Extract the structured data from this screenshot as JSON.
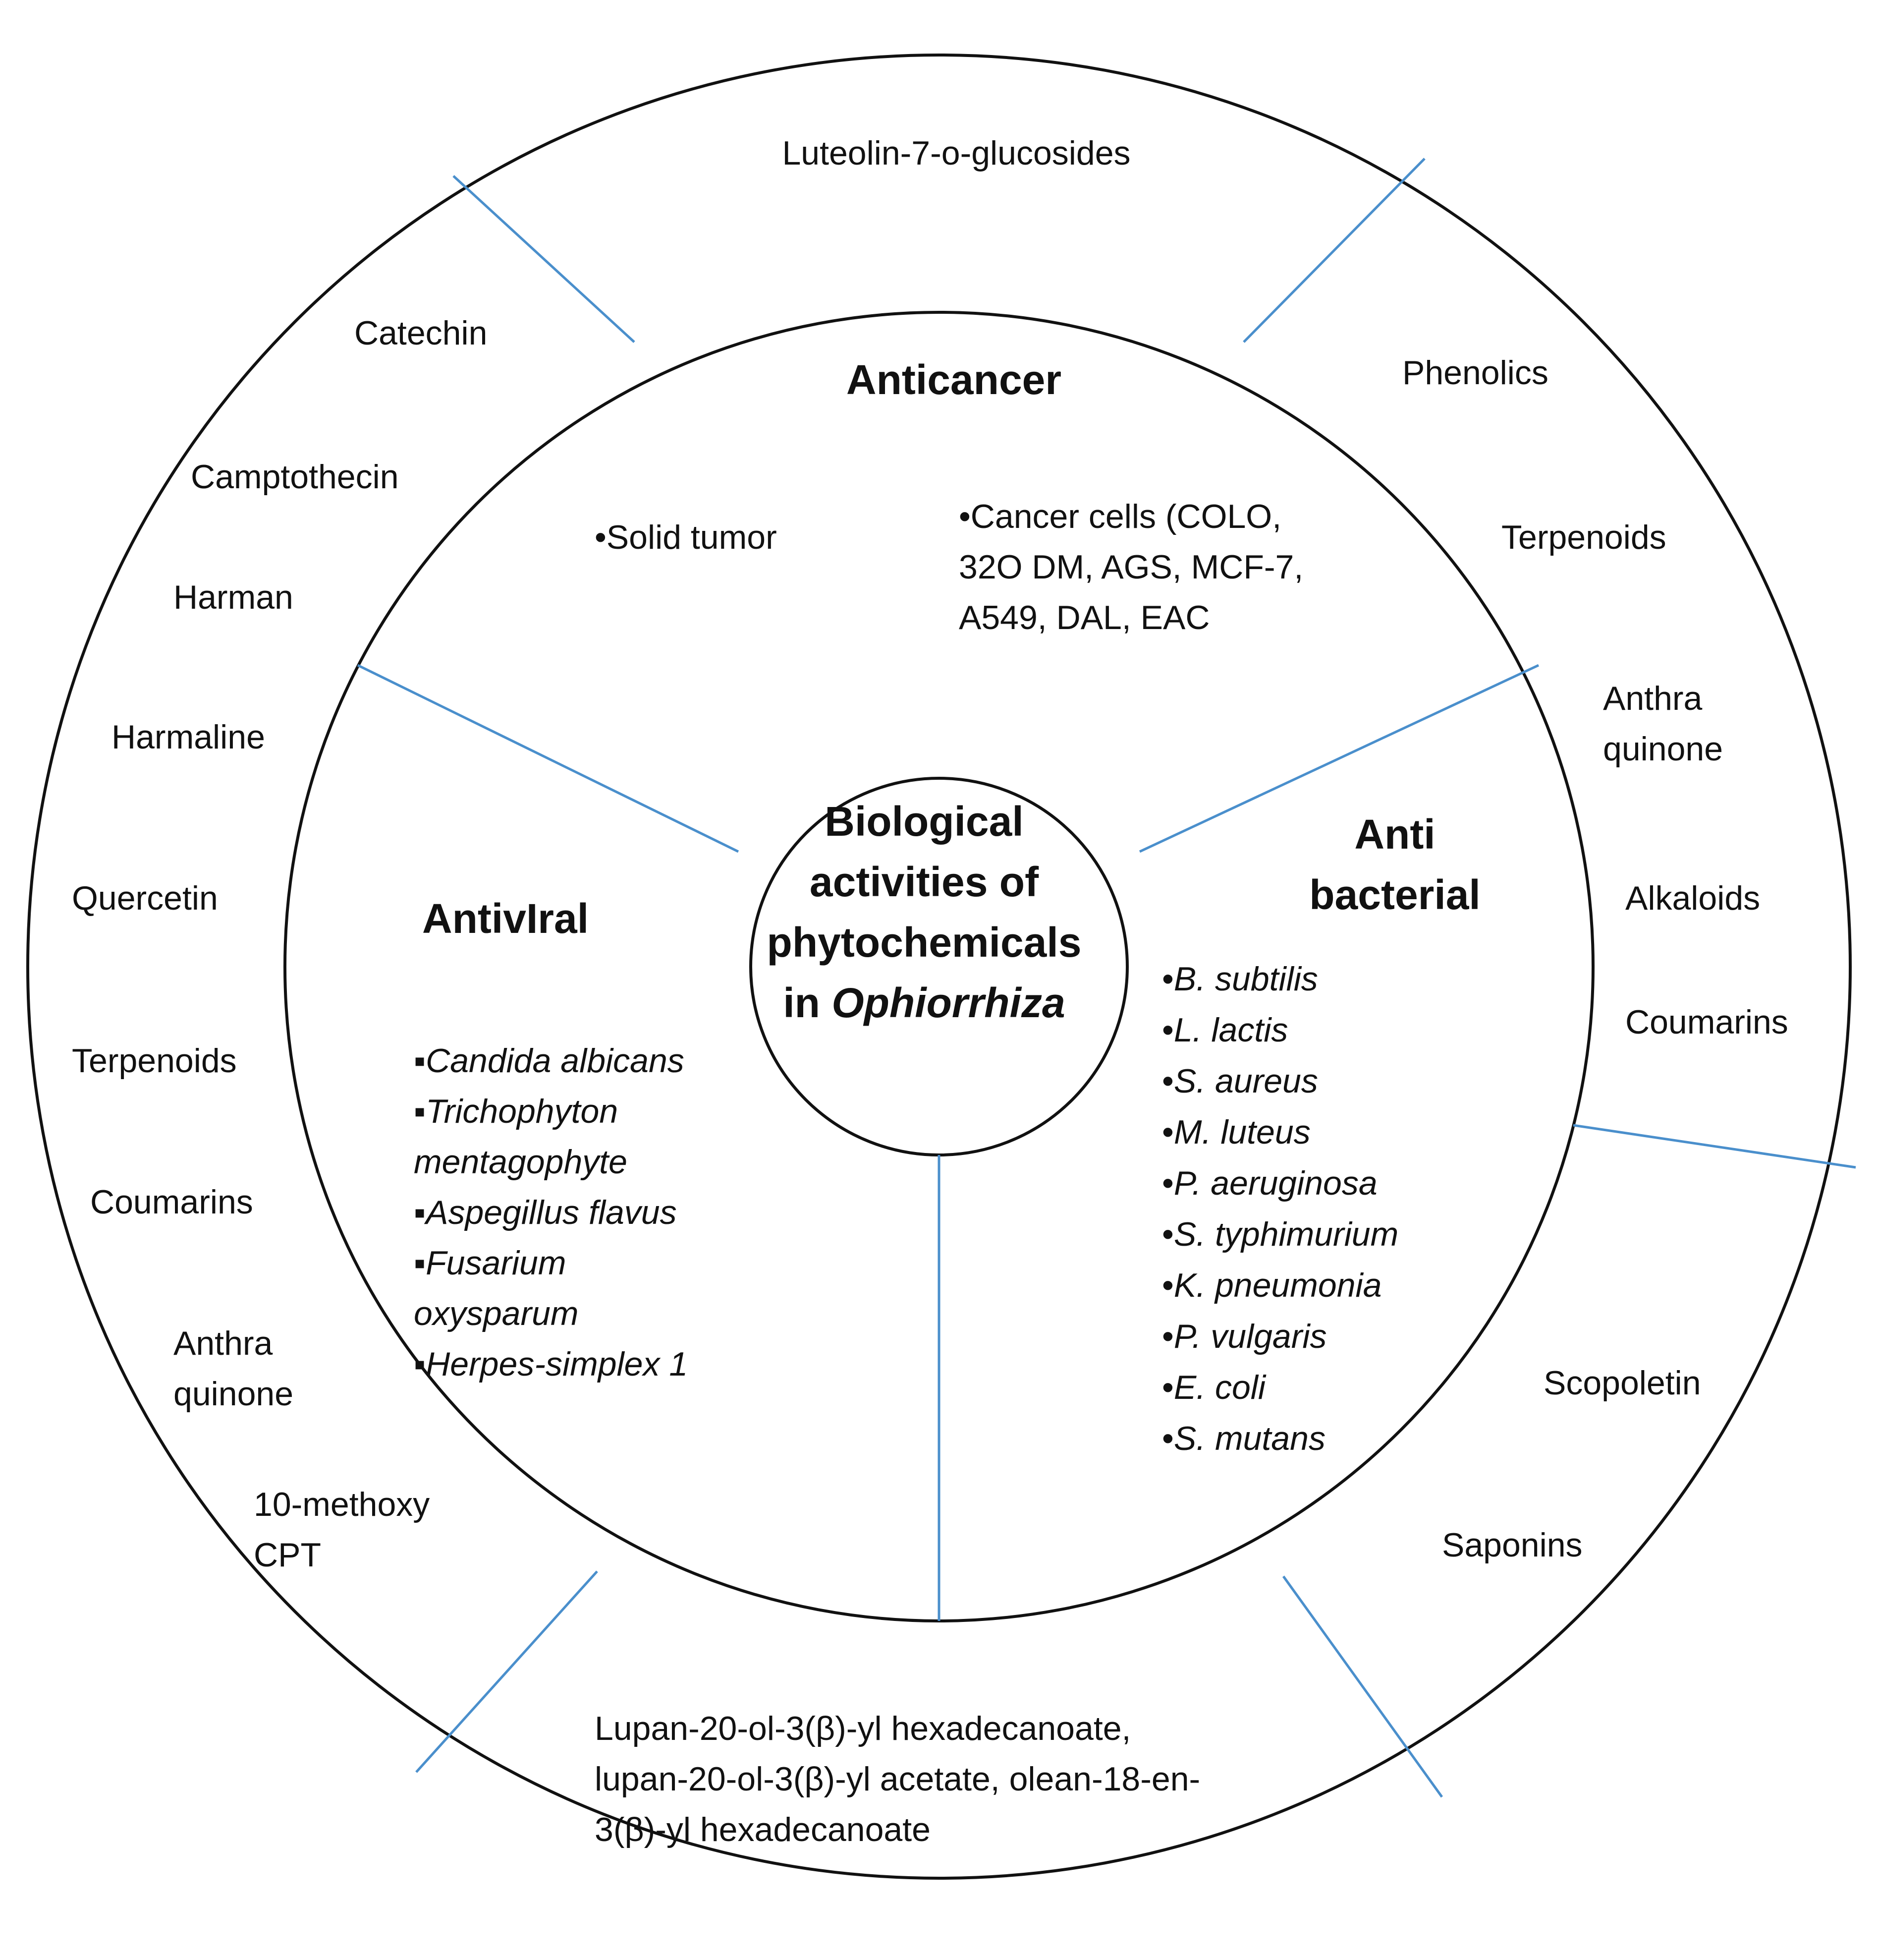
{
  "center": {
    "lines": [
      "Biological",
      "activities of",
      "phytochemicals"
    ],
    "last_prefix": "in ",
    "last_italic": "Ophiorrhiza"
  },
  "sectors": {
    "anticancer": {
      "title": "Anticancer",
      "items_left": [
        "•Solid tumor"
      ],
      "items_right": [
        "•Cancer cells (COLO,",
        "32O DM, AGS, MCF-7,",
        "A549, DAL, EAC"
      ]
    },
    "antiviral": {
      "title": "AntivIral",
      "items": [
        {
          "bullet": "▪",
          "text": "Candida albicans"
        },
        {
          "bullet": "▪",
          "text": "Trichophyton"
        },
        {
          "bullet": "",
          "text": "mentagophyte"
        },
        {
          "bullet": "▪",
          "text": "Aspegillus flavus"
        },
        {
          "bullet": "▪",
          "text": "Fusarium"
        },
        {
          "bullet": "",
          "text": "oxysparum"
        },
        {
          "bullet": "▪",
          "text": "Herpes-simplex 1"
        }
      ]
    },
    "antibacterial": {
      "title_lines": [
        "Anti",
        "bacterial"
      ],
      "items": [
        "B. subtilis",
        "L. lactis",
        "S. aureus",
        "M. luteus",
        "P. aeruginosa",
        "S. typhimurium",
        "K. pneumonia",
        "P. vulgaris",
        "E. coli",
        "S. mutans"
      ],
      "bullet": "•"
    }
  },
  "outer": {
    "top": "Luteolin-7-o-glucosides",
    "left": [
      "Catechin",
      "Camptothecin",
      "Harman",
      "Harmaline",
      "Quercetin",
      "Terpenoids",
      "Coumarins",
      "Anthra",
      "quinone",
      "10-methoxy",
      "CPT"
    ],
    "right": [
      "Phenolics",
      "Terpenoids",
      "Anthra",
      "quinone",
      "Alkaloids",
      "Coumarins"
    ],
    "lower_right": [
      "Scopoletin",
      "Saponins"
    ],
    "bottom": [
      "Lupan-20-ol-3(β)-yl hexadecanoate,",
      "lupan-20-ol-3(β)-yl acetate, olean-18-en-",
      "3(β)-yl hexadecanoate"
    ]
  },
  "colors": {
    "circle_stroke": "#111111",
    "divider": "#4a8fcc"
  }
}
